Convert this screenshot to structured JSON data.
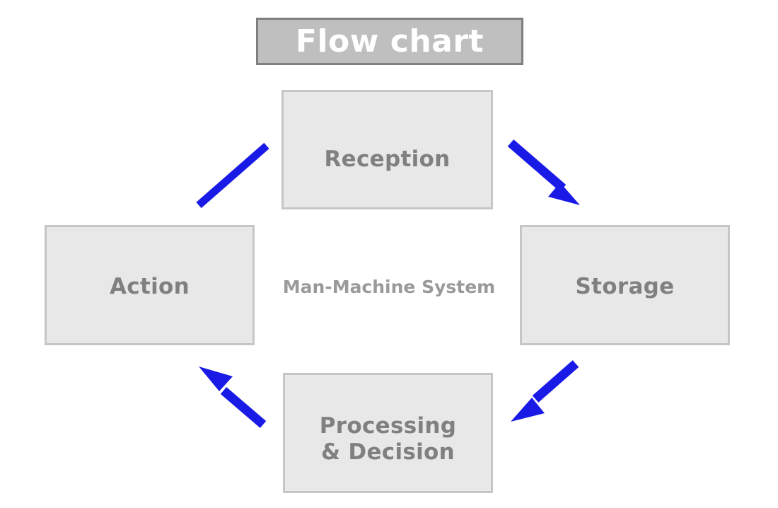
{
  "diagram": {
    "title": "Flow chart",
    "center_label": "Man-Machine System",
    "colors": {
      "title_fill": "#bfbfbf",
      "title_border": "#7f7f7f",
      "title_text": "#ffffff",
      "node_fill": "#e8e8e8",
      "node_border": "#c6c6c6",
      "node_text": "#808080",
      "center_text": "#9a9a9a",
      "arrow": "#1a1ae6",
      "background": "#ffffff"
    },
    "nodes": [
      {
        "id": "reception",
        "label": "Reception"
      },
      {
        "id": "storage",
        "label": "Storage"
      },
      {
        "id": "processing",
        "label": "Processing\n& Decision"
      },
      {
        "id": "action",
        "label": "Action"
      }
    ],
    "connectors": [
      {
        "id": "reception-to-storage",
        "from": "reception",
        "to": "storage",
        "style": "arrow",
        "direction": "down-right"
      },
      {
        "id": "storage-to-processing",
        "from": "storage",
        "to": "processing",
        "style": "arrow",
        "direction": "down-left"
      },
      {
        "id": "processing-to-action",
        "from": "processing",
        "to": "action",
        "style": "arrow",
        "direction": "up-left"
      },
      {
        "id": "action-to-reception",
        "from": "action",
        "to": "reception",
        "style": "line",
        "direction": "up-right"
      }
    ]
  }
}
